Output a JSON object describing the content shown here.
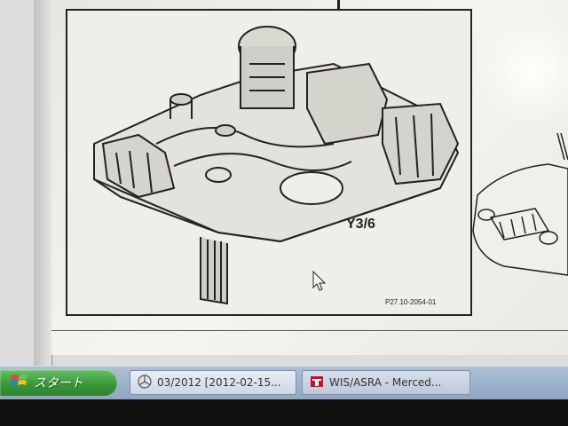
{
  "window": {
    "component_label": "Y3/6",
    "figure_code": "P27.10-2054-01"
  },
  "taskbar": {
    "start_label": "スタート",
    "tasks": [
      {
        "label": "03/2012 [2012-02-15...",
        "icon": "mercedes-star-icon"
      },
      {
        "label": "WIS/ASRA - Merced...",
        "icon": "wis-app-icon"
      }
    ]
  },
  "colors": {
    "taskbar": "#9fb2cc",
    "start_green": "#3a9a3a",
    "diagram_ink": "#222222"
  }
}
